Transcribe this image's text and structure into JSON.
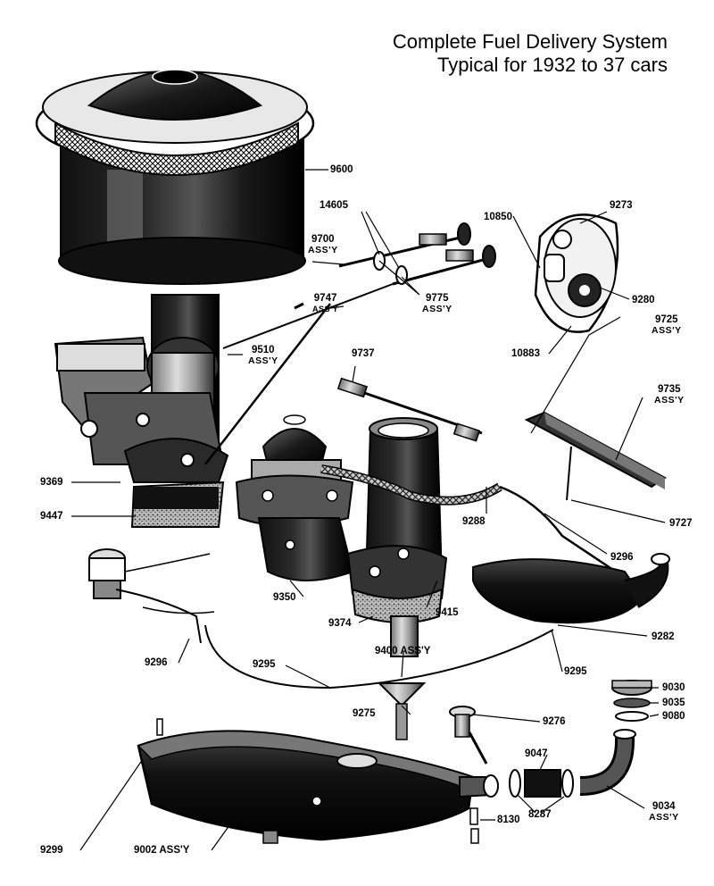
{
  "header": {
    "title_line1": "Complete Fuel Delivery System",
    "title_line2": "Typical for 1932 to 37 cars"
  },
  "callouts": {
    "p9600": "9600",
    "p14605": "14605",
    "p9700": "9700",
    "p9700_sub": "ASS'Y",
    "p9747": "9747",
    "p9747_sub": "ASS'Y",
    "p9775": "9775",
    "p9775_sub": "ASS'Y",
    "p10850": "10850",
    "p9273": "9273",
    "p9280": "9280",
    "p9725": "9725",
    "p9725_sub": "ASS'Y",
    "p10883": "10883",
    "p9510": "9510",
    "p9510_sub": "ASS'Y",
    "p9737": "9737",
    "p9735": "9735",
    "p9735_sub": "ASS'Y",
    "p9369": "9369",
    "p9447": "9447",
    "p9288": "9288",
    "p9727": "9727",
    "p9296a": "9296",
    "p9350": "9350",
    "p9374": "9374",
    "p9415": "9415",
    "p9282": "9282",
    "p9400": "9400 ASS'Y",
    "p9296b": "9296",
    "p9295a": "9295",
    "p9295b": "9295",
    "p9275": "9275",
    "p9276": "9276",
    "p9030": "9030",
    "p9035": "9035",
    "p9080": "9080",
    "p9047": "9047",
    "p8287": "8287",
    "p9034": "9034",
    "p9034_sub": "ASS'Y",
    "p8130": "8130",
    "p9299": "9299",
    "p9002": "9002 ASS'Y"
  },
  "palette": {
    "ink": "#000000",
    "paper": "#ffffff",
    "gray": "#8a8a8a",
    "light": "#cfcfcf"
  }
}
